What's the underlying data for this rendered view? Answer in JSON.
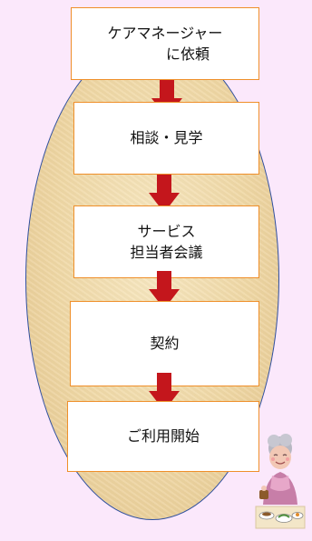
{
  "steps": [
    {
      "lines": [
        "ケアマネージャー",
        "に依頼"
      ]
    },
    {
      "lines": [
        "相談・見学"
      ]
    },
    {
      "lines": [
        "サービス",
        "担当者会議"
      ]
    },
    {
      "lines": [
        "契約"
      ]
    },
    {
      "lines": [
        "ご利用開始"
      ]
    }
  ],
  "colors": {
    "background": "#fbe8fb",
    "oval_fill": "#efd7a4",
    "oval_border": "#2f4f9f",
    "box_border": "#ef8f2a",
    "arrow": "#c4161c"
  },
  "icons": [
    "down-arrow-icon",
    "grandma-illustration-icon"
  ]
}
